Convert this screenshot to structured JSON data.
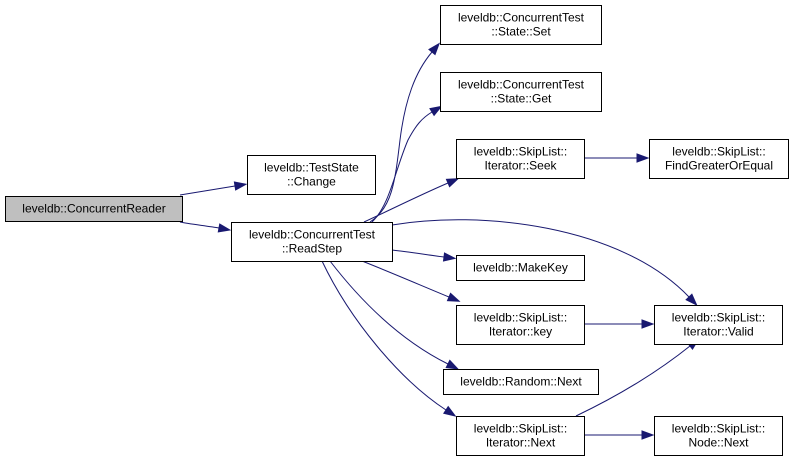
{
  "diagram": {
    "type": "call-graph",
    "colors": {
      "edge": "#191970",
      "root_fill": "#bfbfbf",
      "node_fill": "#ffffff",
      "border": "#000000"
    },
    "nodes": [
      {
        "id": "concurrent_reader",
        "lines": [
          "leveldb::ConcurrentReader"
        ],
        "root": true
      },
      {
        "id": "teststate_change",
        "lines": [
          "leveldb::TestState",
          "::Change"
        ]
      },
      {
        "id": "readstep",
        "lines": [
          "leveldb::ConcurrentTest",
          "::ReadStep"
        ]
      },
      {
        "id": "state_set",
        "lines": [
          "leveldb::ConcurrentTest",
          "::State::Set"
        ]
      },
      {
        "id": "state_get",
        "lines": [
          "leveldb::ConcurrentTest",
          "::State::Get"
        ]
      },
      {
        "id": "iter_seek",
        "lines": [
          "leveldb::SkipList::",
          "Iterator::Seek"
        ]
      },
      {
        "id": "find_ge",
        "lines": [
          "leveldb::SkipList::",
          "FindGreaterOrEqual"
        ]
      },
      {
        "id": "makekey",
        "lines": [
          "leveldb::MakeKey"
        ]
      },
      {
        "id": "iter_key",
        "lines": [
          "leveldb::SkipList::",
          "Iterator::key"
        ]
      },
      {
        "id": "iter_valid",
        "lines": [
          "leveldb::SkipList::",
          "Iterator::Valid"
        ]
      },
      {
        "id": "random_next",
        "lines": [
          "leveldb::Random::Next"
        ]
      },
      {
        "id": "iter_next",
        "lines": [
          "leveldb::SkipList::",
          "Iterator::Next"
        ]
      },
      {
        "id": "node_next",
        "lines": [
          "leveldb::SkipList::",
          "Node::Next"
        ]
      }
    ],
    "edges": [
      {
        "from": "concurrent_reader",
        "to": "teststate_change"
      },
      {
        "from": "concurrent_reader",
        "to": "readstep"
      },
      {
        "from": "readstep",
        "to": "state_set"
      },
      {
        "from": "readstep",
        "to": "state_get"
      },
      {
        "from": "readstep",
        "to": "iter_seek"
      },
      {
        "from": "readstep",
        "to": "iter_valid"
      },
      {
        "from": "readstep",
        "to": "makekey"
      },
      {
        "from": "readstep",
        "to": "iter_key"
      },
      {
        "from": "readstep",
        "to": "random_next"
      },
      {
        "from": "readstep",
        "to": "iter_next"
      },
      {
        "from": "iter_seek",
        "to": "find_ge"
      },
      {
        "from": "iter_key",
        "to": "iter_valid"
      },
      {
        "from": "iter_next",
        "to": "iter_valid"
      },
      {
        "from": "iter_next",
        "to": "node_next"
      }
    ]
  }
}
